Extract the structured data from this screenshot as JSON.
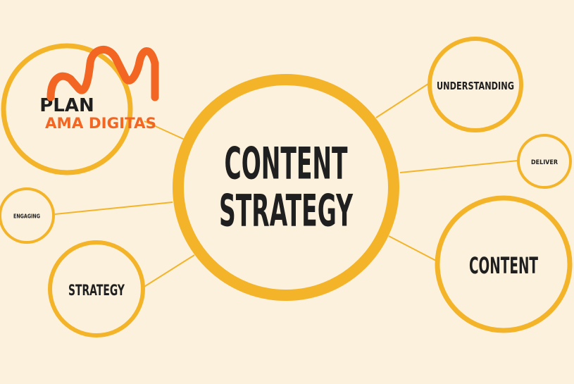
{
  "colors": {
    "background": "#fcf1dd",
    "ring": "#f4b42a",
    "text": "#1f1f1f",
    "logo": "#f26522"
  },
  "center": {
    "line1": "CONTENT",
    "line2": "STRATEGY"
  },
  "nodes": {
    "plan": "PLAN",
    "understanding": "UNDERSTANDING",
    "deliver": "DELIVER",
    "engaging": "ENGAGING",
    "strategy": "STRATEGY",
    "content": "CONTENT"
  },
  "watermark": {
    "text": "AMA DIGITAS"
  }
}
